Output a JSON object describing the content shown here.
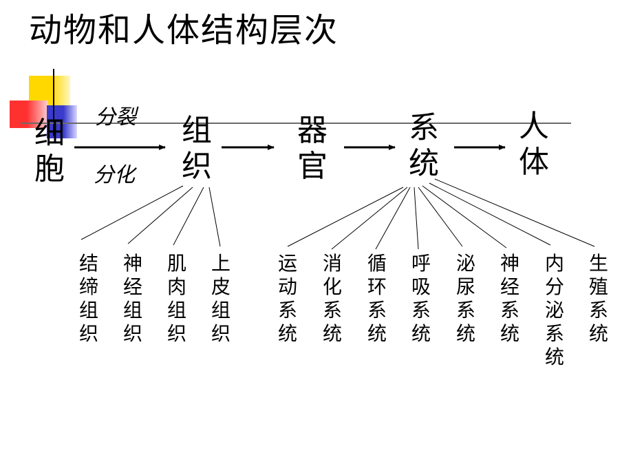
{
  "title": "动物和人体结构层次",
  "colors": {
    "deco_yellow": "#ffd800",
    "deco_red": "#ff3030",
    "deco_blue": "#3a3acc",
    "line": "#000000"
  },
  "nodes": {
    "cell": [
      "细",
      "胞"
    ],
    "tissue": [
      "组",
      "织"
    ],
    "organ": [
      "器",
      "官"
    ],
    "system": [
      "系",
      "统"
    ],
    "body": [
      "人",
      "体"
    ]
  },
  "edge_labels": {
    "division": "分裂",
    "differentiation": "分化"
  },
  "tissues": [
    [
      "结",
      "缔",
      "组",
      "织"
    ],
    [
      "神",
      "经",
      "组",
      "织"
    ],
    [
      "肌",
      "肉",
      "组",
      "织"
    ],
    [
      "上",
      "皮",
      "组",
      "织"
    ]
  ],
  "systems": [
    [
      "运",
      "动",
      "系",
      "统"
    ],
    [
      "消",
      "化",
      "系",
      "统"
    ],
    [
      "循",
      "环",
      "系",
      "统"
    ],
    [
      "呼",
      "吸",
      "系",
      "统"
    ],
    [
      "泌",
      "尿",
      "系",
      "统"
    ],
    [
      "神",
      "经",
      "系",
      "统"
    ],
    [
      "内",
      "分",
      "泌",
      "系",
      "统"
    ],
    [
      "生",
      "殖",
      "系",
      "统"
    ]
  ]
}
